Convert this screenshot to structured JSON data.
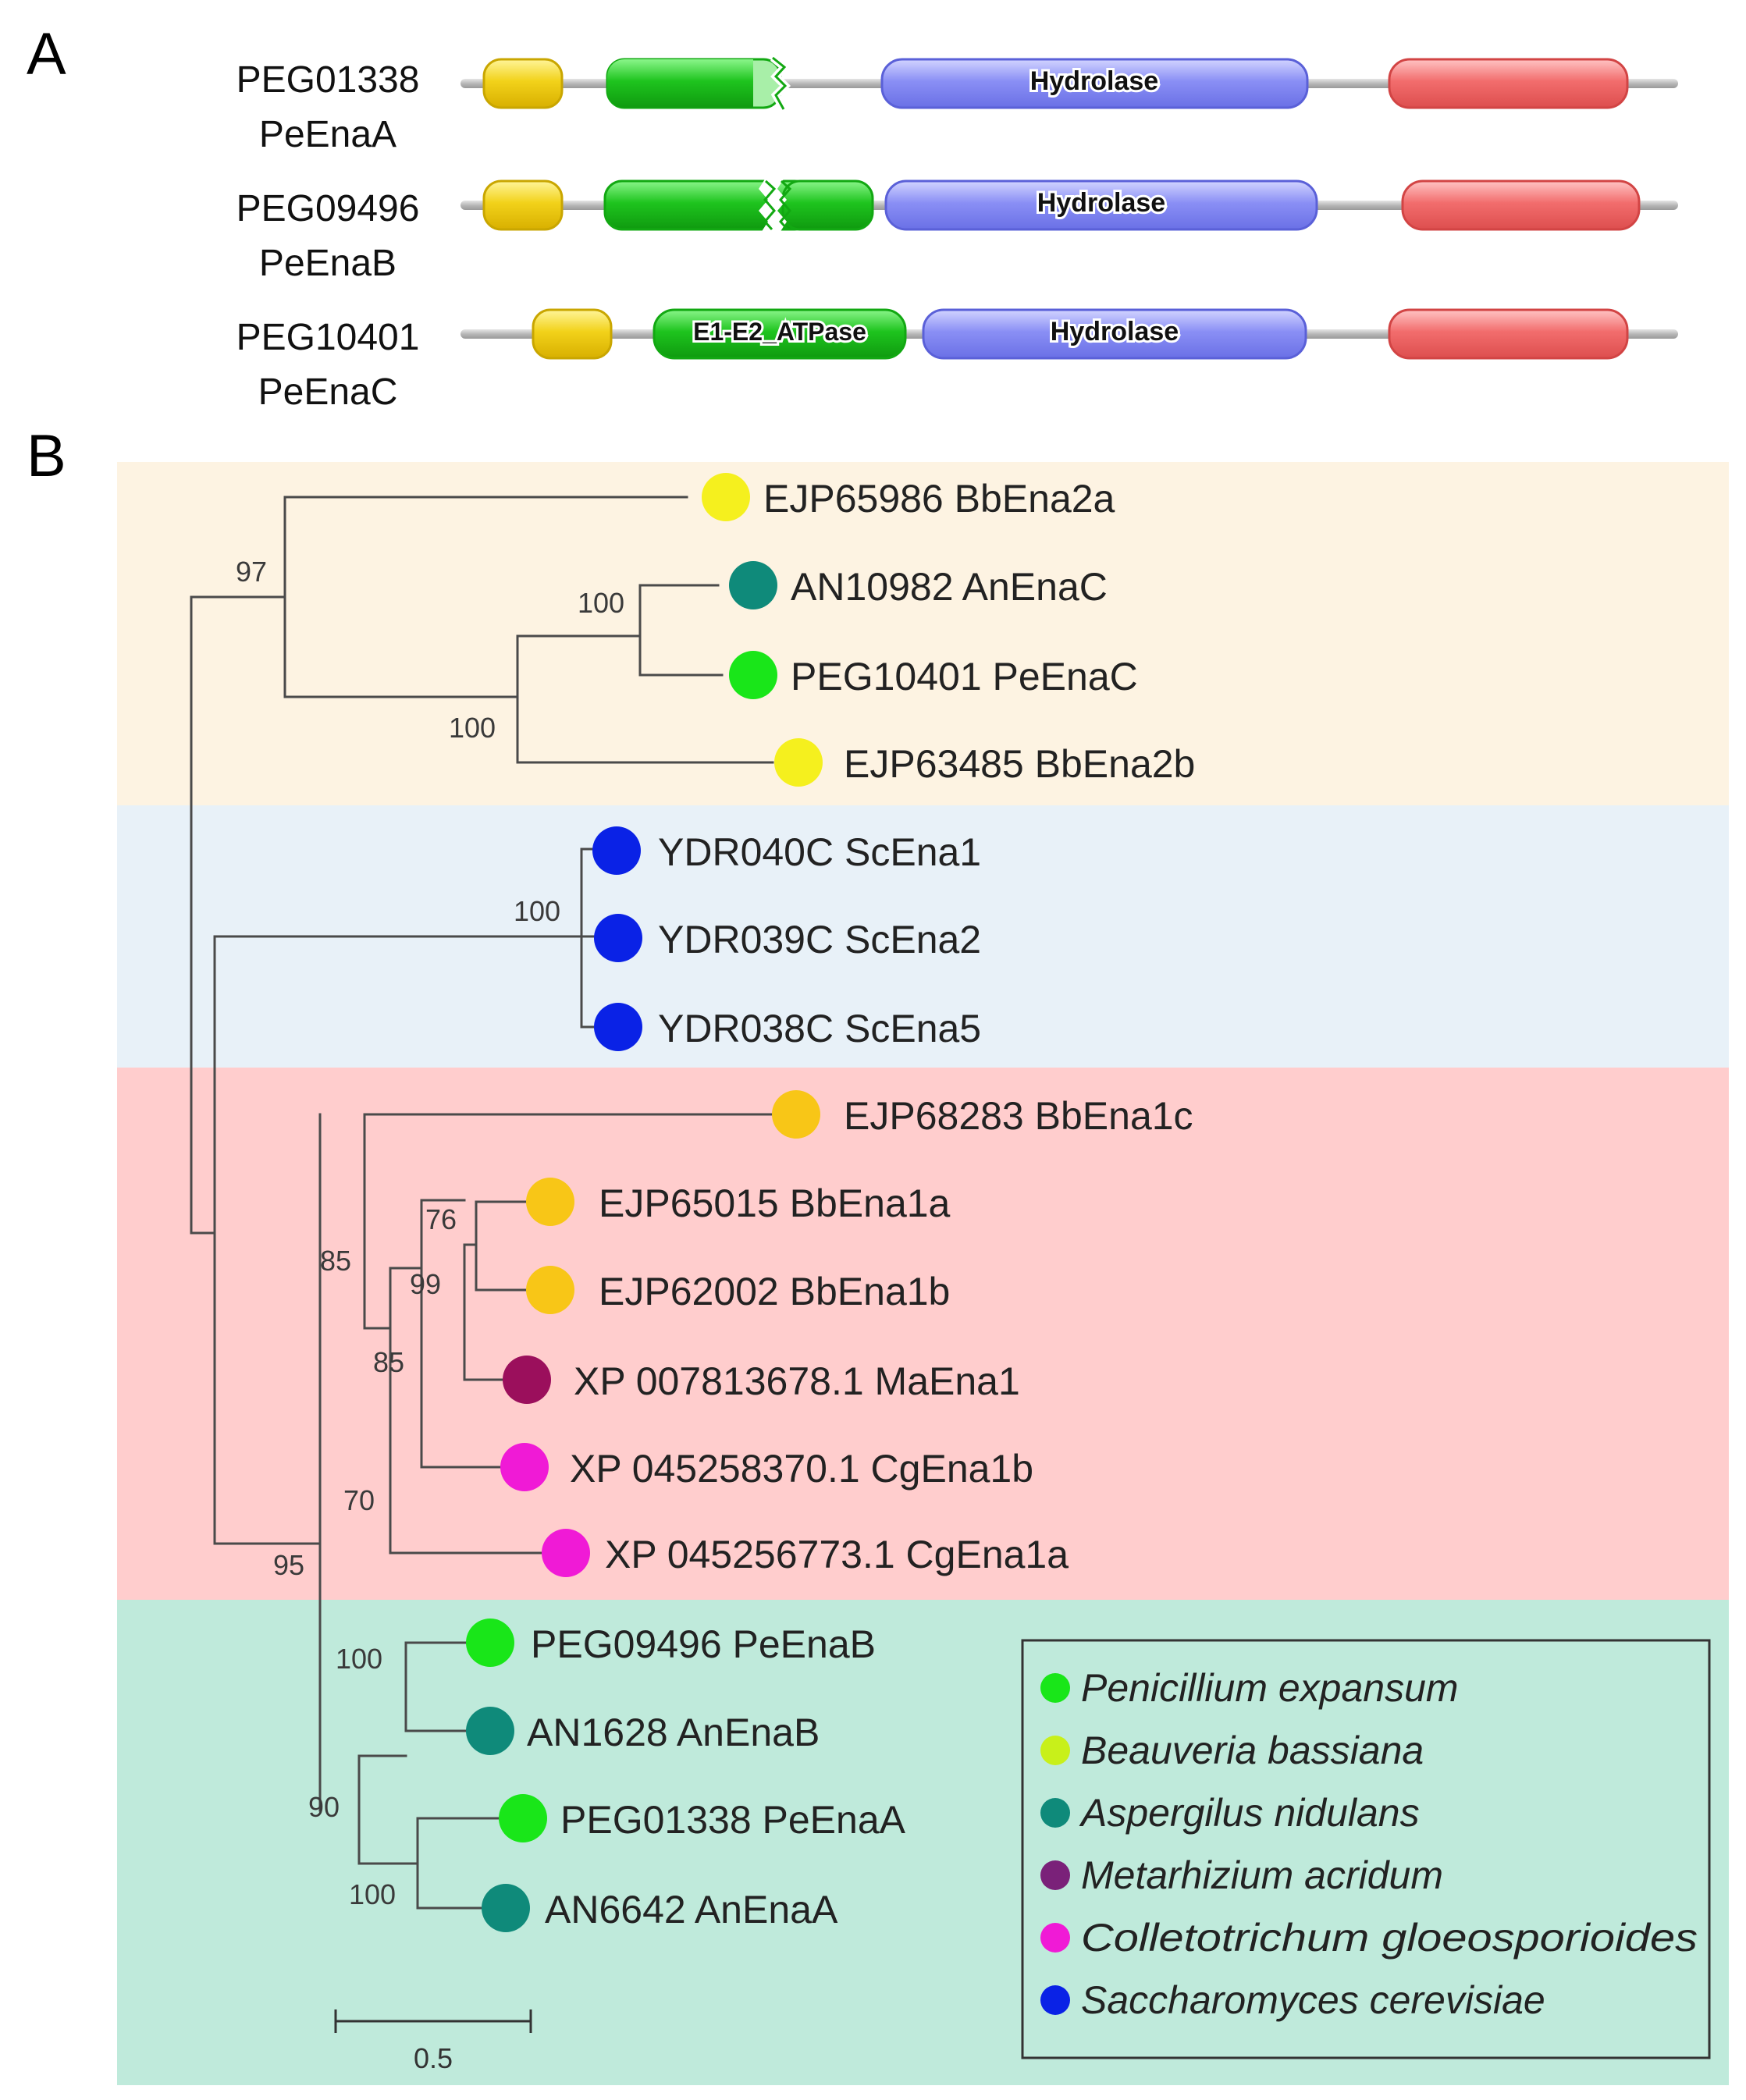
{
  "panels": {
    "a": {
      "letter": "A"
    },
    "b": {
      "letter": "B"
    }
  },
  "domain_diagram": {
    "proteins": [
      {
        "id": "PEG01338",
        "name": "PeEnaA",
        "domains": [
          {
            "type": "n_term",
            "label": ""
          },
          {
            "type": "e1e2_truncated",
            "label": ""
          },
          {
            "type": "hydrolase",
            "label": "Hydrolase"
          },
          {
            "type": "c_term",
            "label": ""
          }
        ]
      },
      {
        "id": "PEG09496",
        "name": "PeEnaB",
        "domains": [
          {
            "type": "n_term",
            "label": ""
          },
          {
            "type": "e1e2_split",
            "label": ""
          },
          {
            "type": "hydrolase",
            "label": "Hydrolase"
          },
          {
            "type": "c_term",
            "label": ""
          }
        ]
      },
      {
        "id": "PEG10401",
        "name": "PeEnaC",
        "domains": [
          {
            "type": "n_term",
            "label": ""
          },
          {
            "type": "e1e2_full",
            "label": "E1-E2_ATPase"
          },
          {
            "type": "hydrolase",
            "label": "Hydrolase"
          },
          {
            "type": "c_term",
            "label": ""
          }
        ]
      }
    ],
    "domain_colors": {
      "n_term": "#f2d21a",
      "e1e2": "#1ec41e",
      "hydrolase": "#8a8ff5",
      "c_term": "#f26d6d",
      "backbone": "#b8b8b8"
    }
  },
  "tree": {
    "clade_backgrounds": [
      "#fdf3e2",
      "#e8f1f8",
      "#ffcdcd",
      "#bfeadb"
    ],
    "leaves": [
      {
        "label": "EJP65986 BbEna2a",
        "species": "bb_yellow"
      },
      {
        "label": "AN10982 AnEnaC",
        "species": "an"
      },
      {
        "label": "PEG10401 PeEnaC",
        "species": "pe"
      },
      {
        "label": "EJP63485 BbEna2b",
        "species": "bb_yellow"
      },
      {
        "label": "YDR040C ScEna1",
        "species": "sc"
      },
      {
        "label": "YDR039C ScEna2",
        "species": "sc"
      },
      {
        "label": "YDR038C ScEna5",
        "species": "sc"
      },
      {
        "label": "EJP68283 BbEna1c",
        "species": "bb_orange"
      },
      {
        "label": "EJP65015 BbEna1a",
        "species": "bb_orange"
      },
      {
        "label": "EJP62002 BbEna1b",
        "species": "bb_orange"
      },
      {
        "label": "XP 007813678.1 MaEna1",
        "species": "ma"
      },
      {
        "label": "XP 045258370.1 CgEna1b",
        "species": "cg"
      },
      {
        "label": "XP 045256773.1 CgEna1a",
        "species": "cg"
      },
      {
        "label": "PEG09496 PeEnaB",
        "species": "pe"
      },
      {
        "label": "AN1628 AnEnaB",
        "species": "an"
      },
      {
        "label": "PEG01338 PeEnaA",
        "species": "pe"
      },
      {
        "label": "AN6642 AnEnaA",
        "species": "an"
      }
    ],
    "bootstrap": [
      "97",
      "100",
      "100",
      "100",
      "76",
      "99",
      "85",
      "70",
      "85",
      "95",
      "100",
      "100",
      "90"
    ],
    "scale_bar": {
      "value": 0.5,
      "label": "0.5"
    },
    "species_colors": {
      "pe": "#19e619",
      "bb_yellow": "#f5f01e",
      "bb_orange": "#f8c617",
      "an": "#0f8a7a",
      "ma": "#9b0f5c",
      "cg": "#f01ad6",
      "sc": "#0a22e6",
      "legend_bb": "#c8f01a",
      "legend_ma": "#7a2179"
    }
  },
  "legend": {
    "items": [
      {
        "label": "Penicillium expansum",
        "species": "pe"
      },
      {
        "label": "Beauveria bassiana",
        "species": "legend_bb"
      },
      {
        "label": "Aspergilus nidulans",
        "species": "an"
      },
      {
        "label": "Metarhizium acridum",
        "species": "legend_ma"
      },
      {
        "label": "Colletotrichum gloeosporioides",
        "species": "cg"
      },
      {
        "label": "Saccharomyces cerevisiae",
        "species": "sc"
      }
    ]
  }
}
